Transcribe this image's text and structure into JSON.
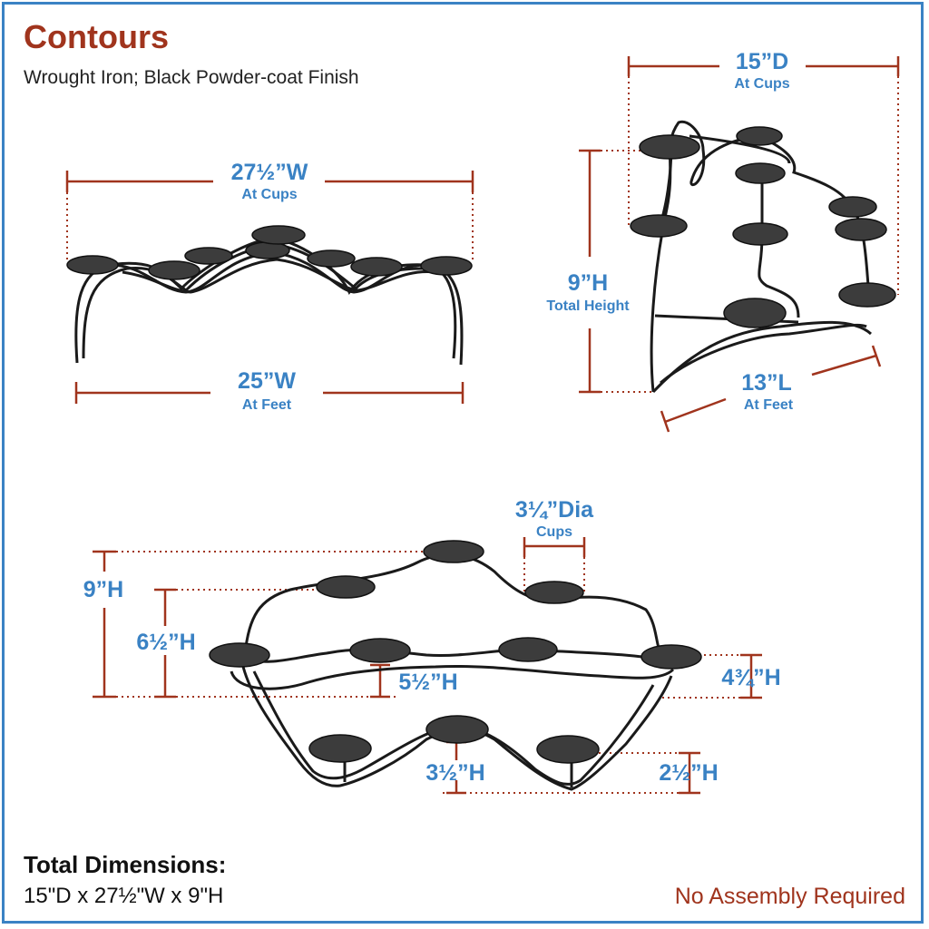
{
  "header": {
    "title": "Contours",
    "subtitle": "Wrought Iron; Black Powder-coat Finish"
  },
  "views": {
    "front": {
      "width_cups": "27½”W",
      "width_cups_note": "At Cups",
      "width_feet": "25”W",
      "width_feet_note": "At Feet"
    },
    "side": {
      "depth_cups": "15”D",
      "depth_cups_note": "At Cups",
      "height": "9”H",
      "height_note": "Total Height",
      "length_feet": "13”L",
      "length_feet_note": "At Feet"
    },
    "perspective": {
      "cup_dia": "3¼”Dia",
      "cup_dia_note": "Cups",
      "h_total": "9”H",
      "h_6_5": "6½”H",
      "h_5_5": "5½”H",
      "h_4_75": "4¾”H",
      "h_3_5": "3½”H",
      "h_2_5": "2½”H"
    }
  },
  "footer": {
    "total_label": "Total Dimensions:",
    "total_value": "15\"D x 27½\"W x 9\"H",
    "assembly_note": "No Assembly Required"
  },
  "colors": {
    "accent_text": "#a0341d",
    "dimension_text": "#3a82c4",
    "border": "#3a82c4",
    "iron": "#1a1a1a"
  }
}
